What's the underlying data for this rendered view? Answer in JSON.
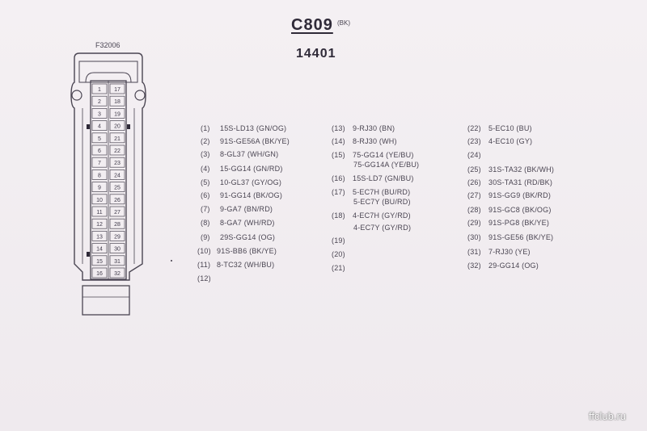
{
  "header": {
    "connector_id": "C809",
    "color_tag": "(BK)",
    "part_number": "14401"
  },
  "connector_drawing": {
    "label": "F32006",
    "left_numbers": [
      "1",
      "2",
      "3",
      "4",
      "5",
      "6",
      "7",
      "8",
      "9",
      "10",
      "11",
      "12",
      "13",
      "14",
      "15",
      "16"
    ],
    "right_numbers": [
      "17",
      "18",
      "19",
      "20",
      "21",
      "22",
      "23",
      "24",
      "25",
      "26",
      "27",
      "28",
      "29",
      "30",
      "31",
      "32"
    ]
  },
  "pins": [
    {
      "num": "(1)",
      "circuit": "15S-LD13 (GN/OG)"
    },
    {
      "num": "(2)",
      "circuit": "91S-GE56A (BK/YE)"
    },
    {
      "num": "(3)",
      "circuit": "8-GL37 (WH/GN)"
    },
    {
      "num": "(4)",
      "circuit": "15-GG14 (GN/RD)"
    },
    {
      "num": "(5)",
      "circuit": "10-GL37 (GY/OG)"
    },
    {
      "num": "(6)",
      "circuit": "91-GG14 (BK/OG)"
    },
    {
      "num": "(7)",
      "circuit": "9-GA7 (BN/RD)"
    },
    {
      "num": "(8)",
      "circuit": "8-GA7 (WH/RD)"
    },
    {
      "num": "(9)",
      "circuit": "29S-GG14 (OG)"
    },
    {
      "num": "(10)",
      "circuit": "91S-BB6 (BK/YE)"
    },
    {
      "num": "(11)",
      "circuit": "8-TC32 (WH/BU)"
    },
    {
      "num": "(12)",
      "circuit": ""
    },
    {
      "num": "(13)",
      "circuit": "9-RJ30 (BN)"
    },
    {
      "num": "(14)",
      "circuit": "8-RJ30 (WH)"
    },
    {
      "num": "(15)",
      "circuit": "75-GG14 (YE/BU)"
    },
    {
      "num": "",
      "circuit": "75-GG14A (YE/BU)"
    },
    {
      "num": "(16)",
      "circuit": "15S-LD7 (GN/BU)"
    },
    {
      "num": "(17)",
      "circuit": "5-EC7H (BU/RD)"
    },
    {
      "num": "",
      "circuit": "5-EC7Y (BU/RD)"
    },
    {
      "num": "(18)",
      "circuit": "4-EC7H (GY/RD)"
    },
    {
      "num": "",
      "circuit": "4-EC7Y (GY/RD)"
    },
    {
      "num": "(19)",
      "circuit": ""
    },
    {
      "num": "(20)",
      "circuit": ""
    },
    {
      "num": "(21)",
      "circuit": ""
    },
    {
      "num": "(22)",
      "circuit": "5-EC10 (BU)"
    },
    {
      "num": "(23)",
      "circuit": "4-EC10 (GY)"
    },
    {
      "num": "(24)",
      "circuit": ""
    },
    {
      "num": "(25)",
      "circuit": "31S-TA32 (BK/WH)"
    },
    {
      "num": "(26)",
      "circuit": "30S-TA31 (RD/BK)"
    },
    {
      "num": "(27)",
      "circuit": "91S-GG9 (BK/RD)"
    },
    {
      "num": "(28)",
      "circuit": "91S-GC8 (BK/OG)"
    },
    {
      "num": "(29)",
      "circuit": "91S-PG8 (BK/YE)"
    },
    {
      "num": "(30)",
      "circuit": "91S-GE56 (BK/YE)"
    },
    {
      "num": "(31)",
      "circuit": "7-RJ30 (YE)"
    },
    {
      "num": "(32)",
      "circuit": "29-GG14 (OG)"
    }
  ],
  "watermark": "ffclub.ru",
  "colors": {
    "ink": "#3d3848",
    "background": "#f2eef1"
  }
}
